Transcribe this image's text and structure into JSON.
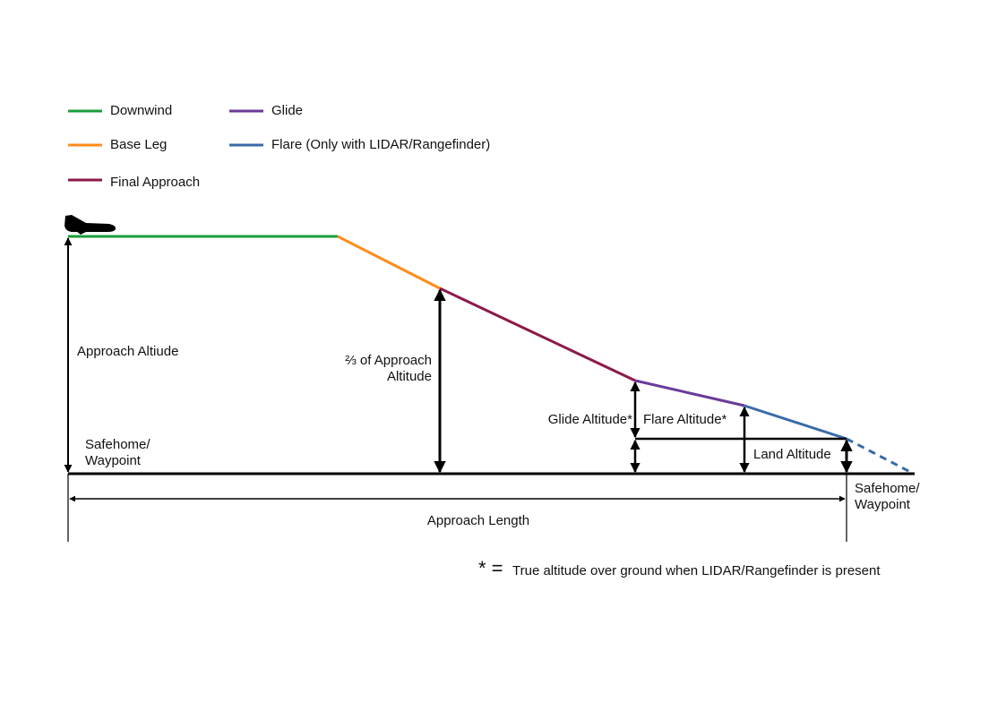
{
  "legend": [
    {
      "label": "Downwind",
      "color": "#1a9e3a"
    },
    {
      "label": "Base Leg",
      "color": "#ff8c1a"
    },
    {
      "label": "Final Approach",
      "color": "#8b1a4a"
    },
    {
      "label": "Glide",
      "color": "#6a3a9a"
    },
    {
      "label": "Flare (Only with LIDAR/Rangefinder)",
      "color": "#3a6aaa"
    }
  ],
  "labels": {
    "approach_altitude": "Approach Altiude",
    "two_thirds_line1": "⅔ of Approach",
    "two_thirds_line2": "Altitude",
    "glide_altitude": "Glide Altitude*",
    "flare_altitude": "Flare Altitude*",
    "land_altitude": "Land Altitude",
    "safehome_left_line1": "Safehome/",
    "safehome_left_line2": "Waypoint",
    "safehome_right_line1": "Safehome/",
    "safehome_right_line2": "Waypoint",
    "approach_length": "Approach Length"
  },
  "footnote": {
    "symbol": "* =",
    "text": "True altitude over ground when LIDAR/Rangefinder is present"
  },
  "icons": {
    "aircraft": "airplane-icon"
  }
}
